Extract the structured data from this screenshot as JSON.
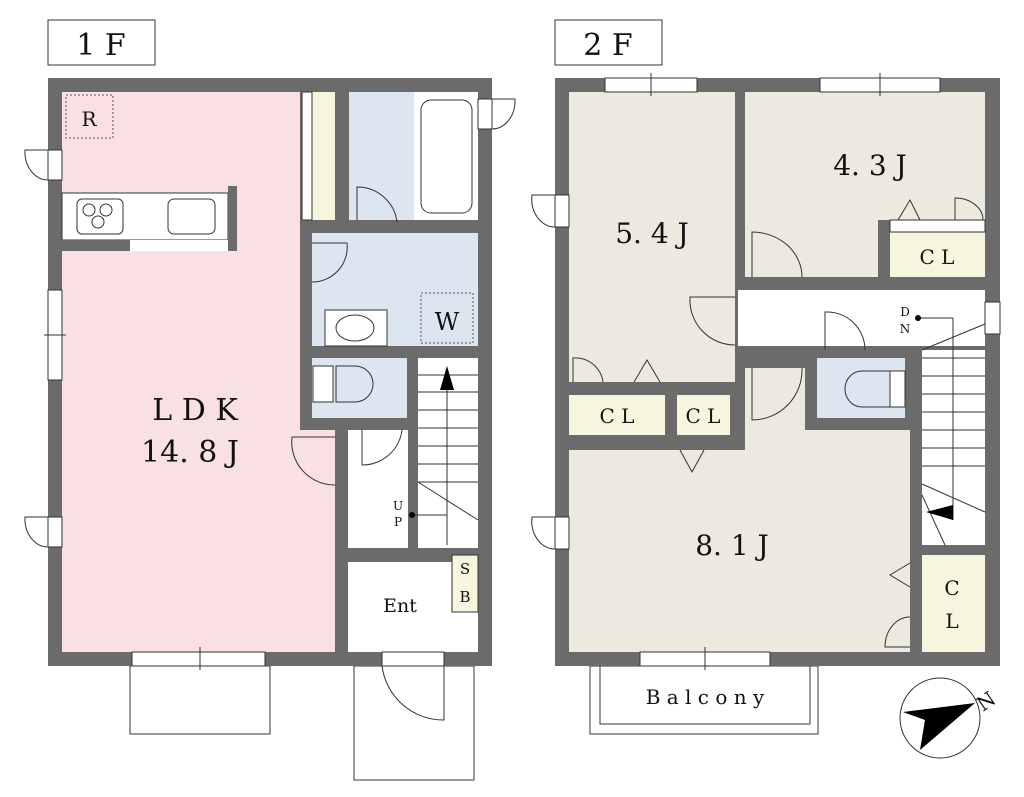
{
  "floors": [
    {
      "label": "1 F",
      "rooms": {
        "ldk_name": "L D K",
        "ldk_size": "14. 8 J",
        "refrigerator": "R",
        "washer": "W",
        "stairs": "U\nP",
        "stairs_u": "U",
        "stairs_p": "P",
        "entrance": "Ent",
        "shoebox_s": "S",
        "shoebox_b": "B"
      }
    },
    {
      "label": "2 F",
      "rooms": {
        "room_a": "5. 4 J",
        "room_b": "4. 3 J",
        "room_c": "8. 1 J",
        "closet": "C L",
        "closet_c": "C",
        "closet_l": "L",
        "stairs_d": "D",
        "stairs_n": "N",
        "balcony": "B a l c o n y"
      }
    }
  ],
  "compass": {
    "north": "N"
  },
  "colors": {
    "wall": "#6b6b6b",
    "ldk": "#f9e1e3",
    "wet": "#dde5f1",
    "closet": "#f7f5dd",
    "bedroom": "#ece9df"
  }
}
